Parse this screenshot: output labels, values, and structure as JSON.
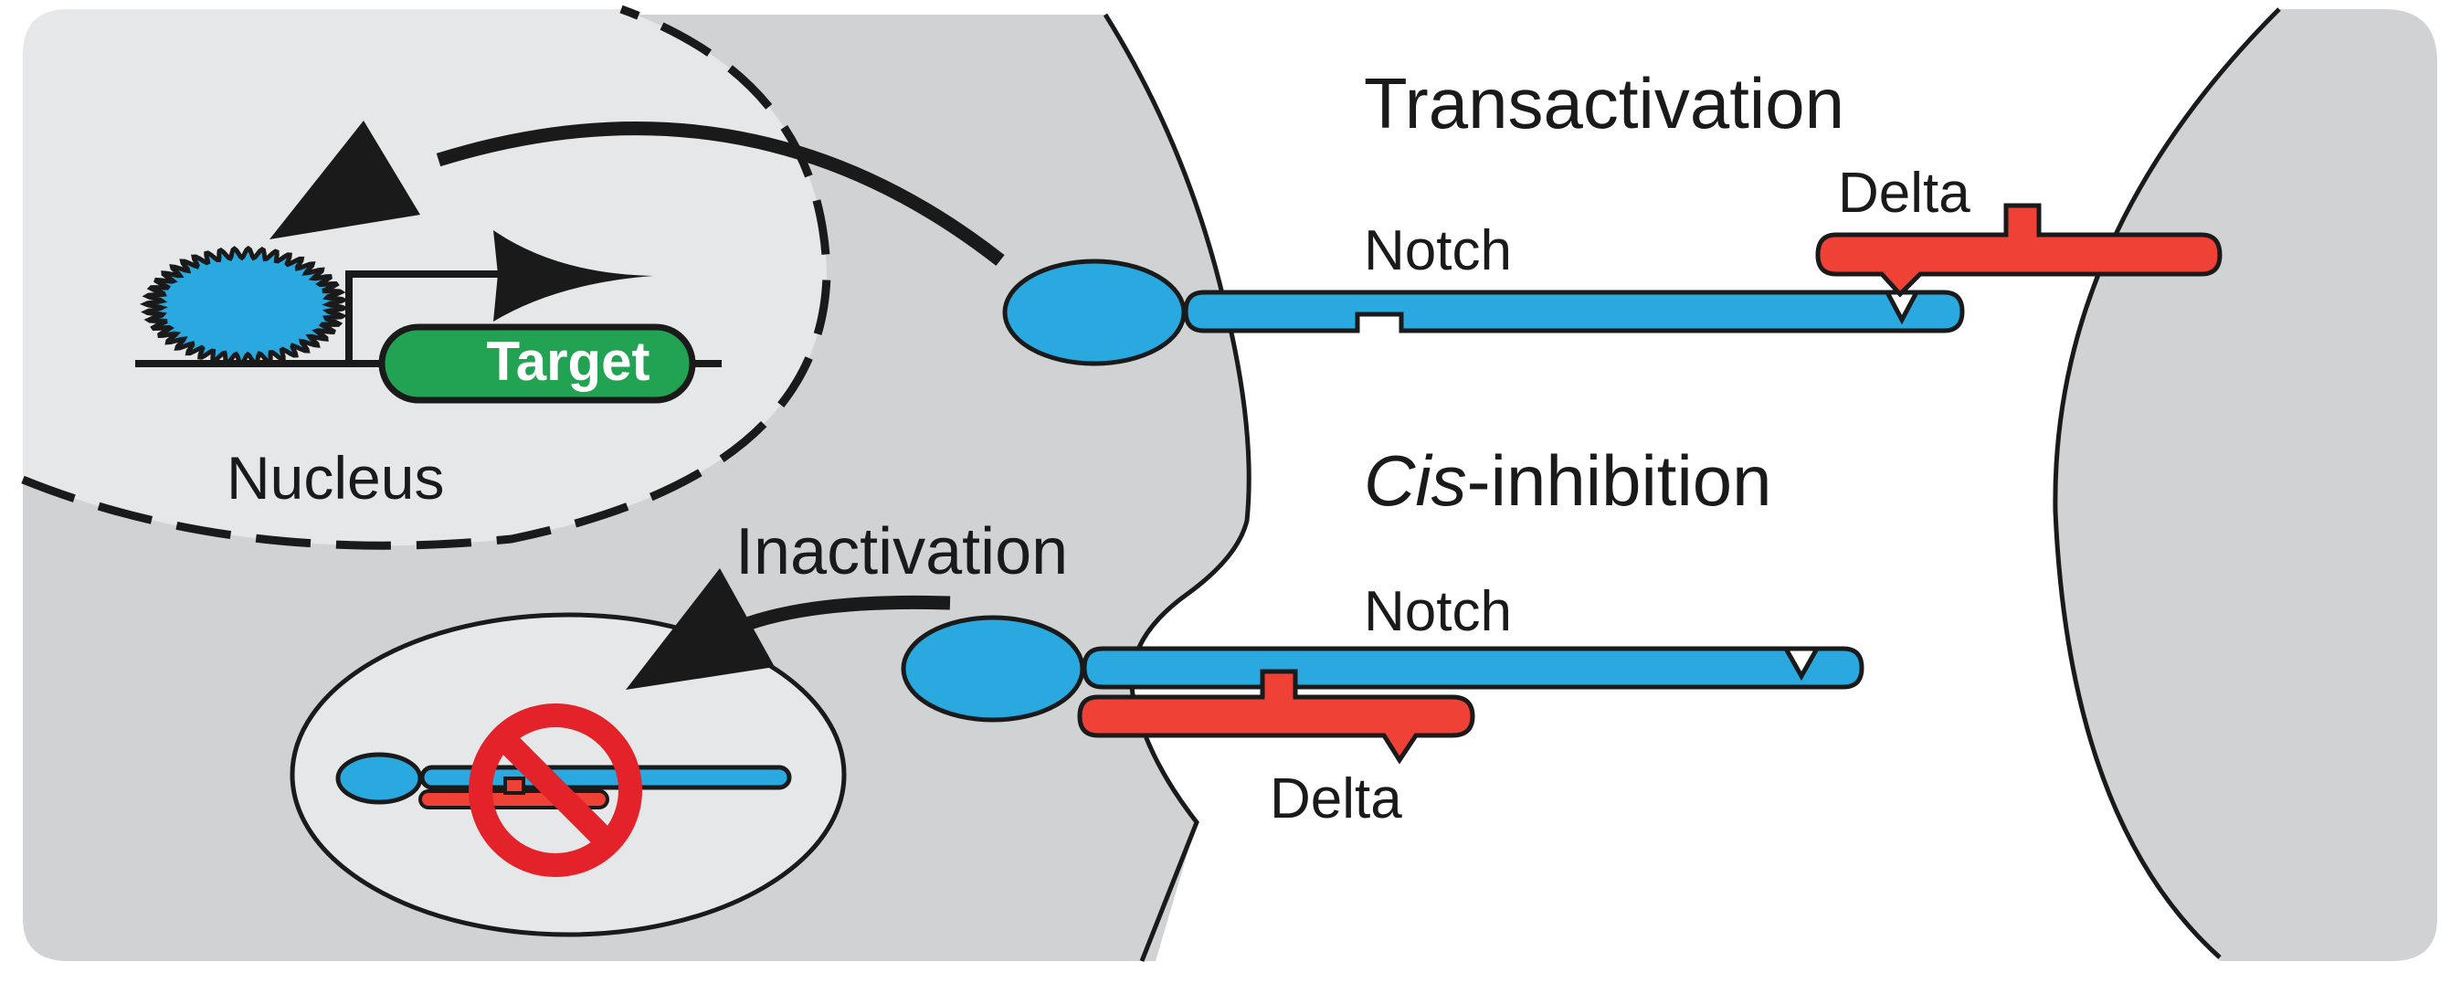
{
  "labels": {
    "transactivation": "Transactivation",
    "cis_prefix": "Cis",
    "cis_suffix": "-inhibition",
    "nucleus": "Nucleus",
    "inactivation": "Inactivation",
    "target": "Target",
    "notch_top": "Notch",
    "notch_bottom": "Notch",
    "delta_top": "Delta",
    "delta_bottom": "Delta"
  },
  "colors": {
    "cell_fill": "#d1d2d4",
    "nucleus_fill": "#e6e7e8",
    "notch_blue": "#29a9df",
    "delta_red": "#ef4136",
    "target_green": "#22a353",
    "no_sign_red": "#e3222a",
    "stroke": "#1a1a1a"
  },
  "icons": {
    "inactivation_symbol": "prohibited-icon",
    "transcription_arrow": "arrow-right-icon"
  }
}
